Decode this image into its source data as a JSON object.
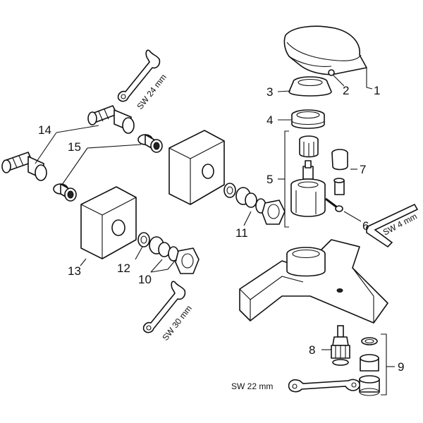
{
  "diagram": {
    "callouts": [
      "1",
      "2",
      "3",
      "4",
      "5",
      "6",
      "7",
      "8",
      "9",
      "10",
      "11",
      "12",
      "13",
      "14",
      "15"
    ],
    "tool_labels": {
      "sw24": "SW 24 mm",
      "sw30": "SW 30 mm",
      "sw4": "SW 4 mm",
      "sw22": "SW 22 mm"
    },
    "icons": [
      "wrench-icon",
      "allen-key-icon"
    ]
  }
}
